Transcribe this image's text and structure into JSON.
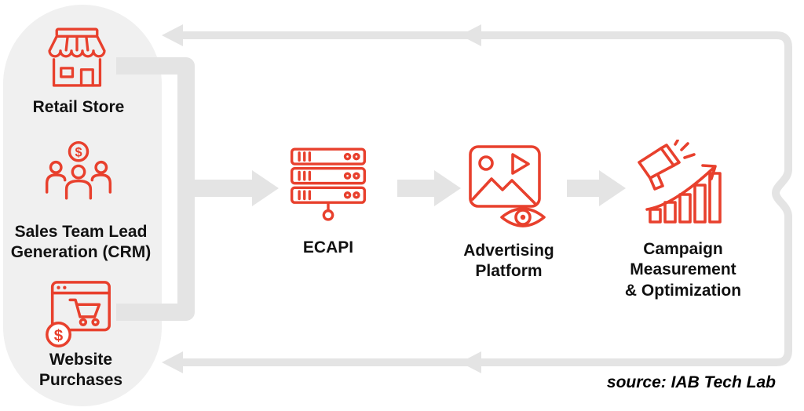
{
  "sources": {
    "retail": {
      "label": "Retail Store",
      "icon": "storefront-icon"
    },
    "crm": {
      "label": "Sales Team Lead\nGeneration (CRM)",
      "icon": "sales-team-dollar-icon"
    },
    "website": {
      "label": "Website\nPurchases",
      "icon": "browser-cart-dollar-icon"
    }
  },
  "nodes": {
    "ecapi": {
      "label": "ECAPI",
      "icon": "server-stack-icon"
    },
    "ad_platform": {
      "label": "Advertising\nPlatform",
      "icon": "media-image-eye-icon"
    },
    "campaign": {
      "label": "Campaign\nMeasurement\n& Optimization",
      "icon": "megaphone-chart-icon"
    }
  },
  "flow": {
    "forward": [
      "Retail Store + Sales Team Lead Generation (CRM) + Website Purchases",
      "ECAPI",
      "Advertising Platform",
      "Campaign Measurement & Optimization"
    ],
    "feedback": "Campaign Measurement & Optimization loops back to data sources via top and bottom arrows"
  },
  "credit": "source: IAB Tech Lab",
  "glyphs": {
    "dollar": "$"
  },
  "colors": {
    "accent": "#E8402D",
    "arrow": "#E4E4E4",
    "panel": "#F0F0F0"
  }
}
